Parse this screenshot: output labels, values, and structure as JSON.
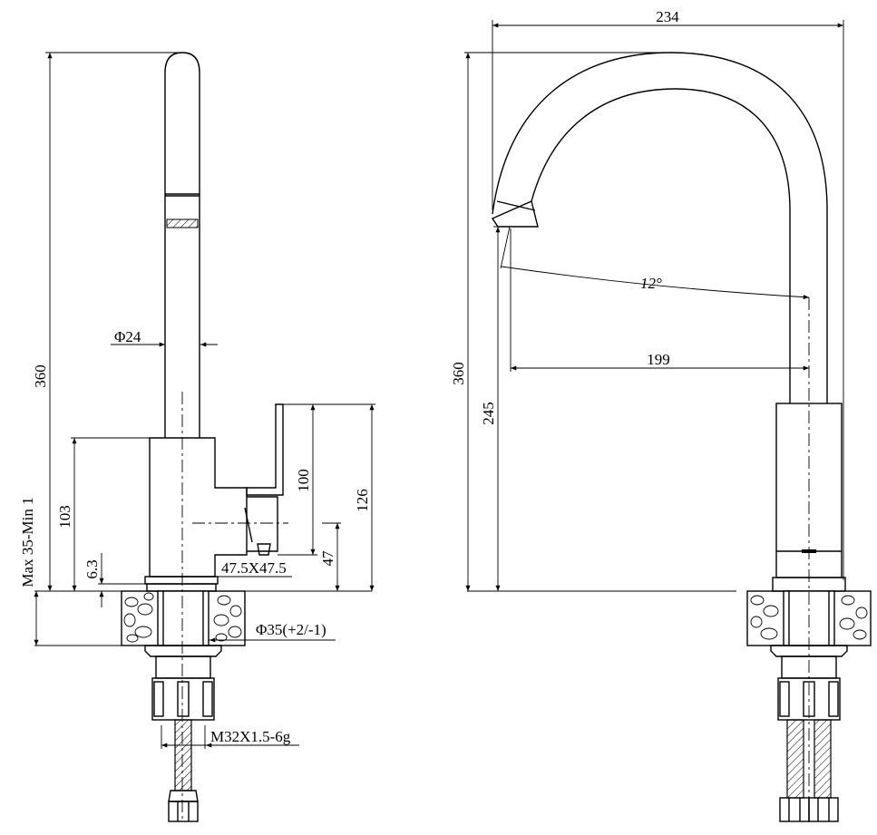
{
  "side_view": {
    "dims": {
      "height_total": "360",
      "dia_spout": "Φ24",
      "body_height": "103",
      "base_ring": "6.3",
      "mount_thickness": "Max 35-Min 1",
      "lever_height": "100",
      "overall_lever": "126",
      "lever_base": "47",
      "body_section": "47.5X47.5",
      "hole_dia": "Φ35(+2/-1)",
      "thread": "M32X1.5-6g"
    }
  },
  "front_view": {
    "dims": {
      "width_total": "234",
      "height_total": "360",
      "spout_clearance": "245",
      "angle": "12°",
      "reach": "199"
    }
  }
}
